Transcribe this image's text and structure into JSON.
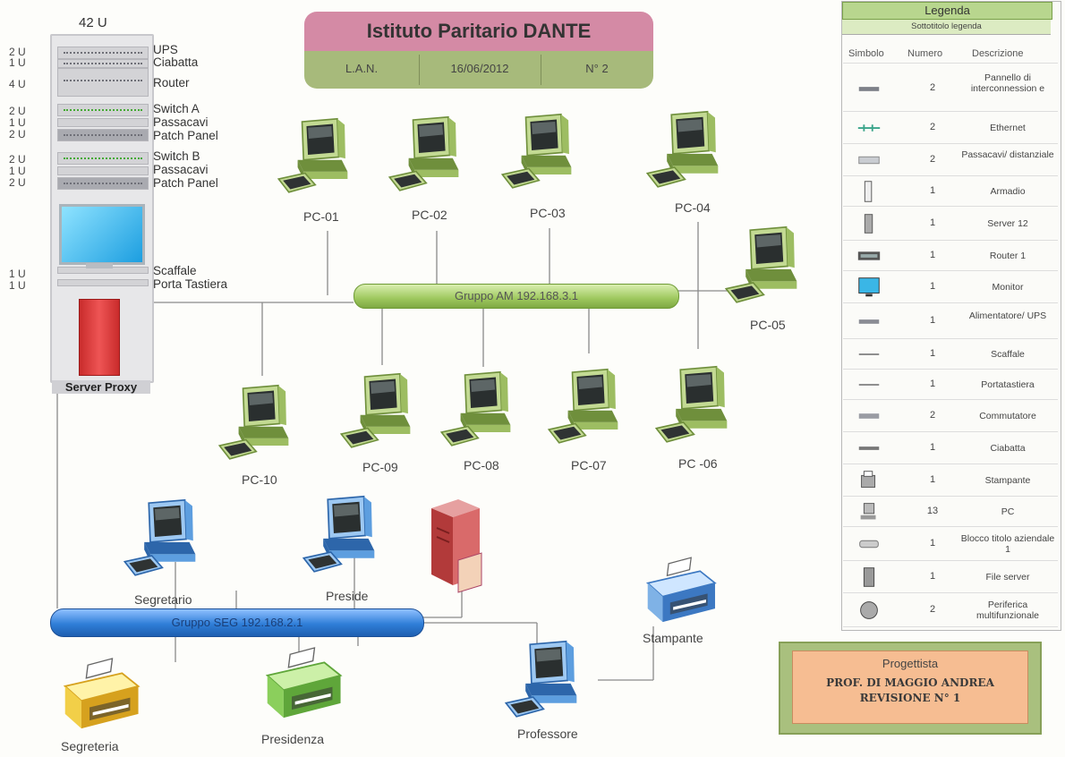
{
  "rack": {
    "title": "42 U",
    "footer": "Server Proxy",
    "units": [
      {
        "u": "2 U",
        "label": "UPS"
      },
      {
        "u": "1 U",
        "label": "Ciabatta"
      },
      {
        "u": "4 U",
        "label": "Router"
      },
      {
        "u": "2 U",
        "label": "Switch A"
      },
      {
        "u": "1 U",
        "label": "Passacavi"
      },
      {
        "u": "2 U",
        "label": "Patch Panel"
      },
      {
        "u": "2 U",
        "label": "Switch B"
      },
      {
        "u": "1 U",
        "label": "Passacavi"
      },
      {
        "u": "2 U",
        "label": "Patch Panel"
      },
      {
        "u": "1 U",
        "label": "Scaffale"
      },
      {
        "u": "1 U",
        "label": "Porta Tastiera"
      }
    ]
  },
  "title_block": {
    "name": "Istituto Paritario DANTE",
    "type": "L.A.N.",
    "date": "16/06/2012",
    "number": "N° 2"
  },
  "buses": {
    "am": "Gruppo AM 192.168.3.1",
    "seg": "Gruppo SEG 192.168.2.1"
  },
  "devices": {
    "pc01": "PC-01",
    "pc02": "PC-02",
    "pc03": "PC-03",
    "pc04": "PC-04",
    "pc05": "PC-05",
    "pc06": "PC -06",
    "pc07": "PC-07",
    "pc08": "PC-08",
    "pc09": "PC-09",
    "pc10": "PC-10",
    "segretario": "Segretario",
    "preside": "Preside",
    "stampante": "Stampante",
    "professore": "Professore",
    "segreteria": "Segreteria",
    "presidenza": "Presidenza"
  },
  "legend": {
    "title": "Legenda",
    "subtitle": "Sottotitolo legenda",
    "col_symbol": "Simbolo",
    "col_number": "Numero",
    "col_desc": "Descrizione",
    "rows": [
      {
        "num": "2",
        "desc": "Pannello di interconnession e",
        "icon": "patch-panel-icon"
      },
      {
        "num": "2",
        "desc": "Ethernet",
        "icon": "ethernet-icon"
      },
      {
        "num": "2",
        "desc": "Passacavi/ distanziale",
        "icon": "cable-manager-icon"
      },
      {
        "num": "1",
        "desc": "Armadio",
        "icon": "cabinet-icon"
      },
      {
        "num": "1",
        "desc": "Server 12",
        "icon": "server-icon"
      },
      {
        "num": "1",
        "desc": "Router 1",
        "icon": "router-icon"
      },
      {
        "num": "1",
        "desc": "Monitor",
        "icon": "monitor-icon"
      },
      {
        "num": "1",
        "desc": "Alimentatore/ UPS",
        "icon": "ups-icon"
      },
      {
        "num": "1",
        "desc": "Scaffale",
        "icon": "shelf-icon"
      },
      {
        "num": "1",
        "desc": "Portatastiera",
        "icon": "keyboard-tray-icon"
      },
      {
        "num": "2",
        "desc": "Commutatore",
        "icon": "switch-icon"
      },
      {
        "num": "1",
        "desc": "Ciabatta",
        "icon": "power-strip-icon"
      },
      {
        "num": "1",
        "desc": "Stampante",
        "icon": "printer-icon"
      },
      {
        "num": "13",
        "desc": "PC",
        "icon": "pc-icon"
      },
      {
        "num": "1",
        "desc": "Blocco titolo aziendale 1",
        "icon": "title-block-icon"
      },
      {
        "num": "1",
        "desc": "File server",
        "icon": "file-server-icon"
      },
      {
        "num": "2",
        "desc": "Periferica multifunzionale",
        "icon": "multifunction-icon"
      }
    ]
  },
  "designer": {
    "title": "Progettista",
    "name": "PROF. DI MAGGIO ANDREA",
    "revision": "REVISIONE N° 1"
  }
}
